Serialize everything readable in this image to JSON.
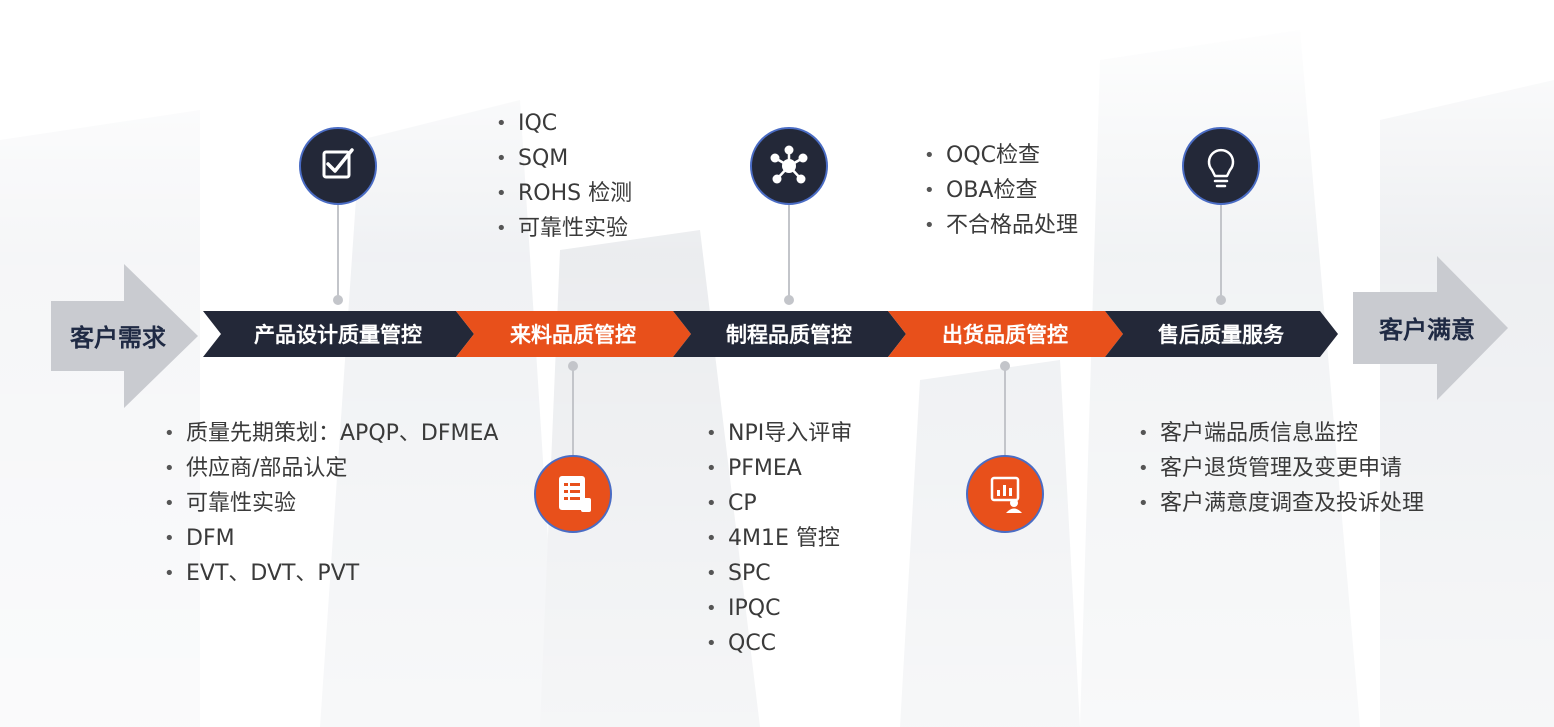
{
  "start_label": "客户需求",
  "end_label": "客户满意",
  "stages": [
    {
      "label": "产品设计质量管控",
      "color": "#232838",
      "icon": "checkbox-icon"
    },
    {
      "label": "来料品质管控",
      "color": "#e8501b",
      "icon": "document-list-icon"
    },
    {
      "label": "制程品质管控",
      "color": "#232838",
      "icon": "network-nodes-icon"
    },
    {
      "label": "出货品质管控",
      "color": "#e8501b",
      "icon": "report-chart-icon"
    },
    {
      "label": "售后质量服务",
      "color": "#232838",
      "icon": "lightbulb-icon"
    }
  ],
  "lists": {
    "design": [
      "质量先期策划：APQP、DFMEA",
      "供应商/部品认定",
      "可靠性实验",
      "DFM",
      "EVT、DVT、PVT"
    ],
    "incoming": [
      "IQC",
      "SQM",
      "ROHS 检测",
      "可靠性实验"
    ],
    "process": [
      "NPI导入评审",
      "PFMEA",
      "CP",
      "4M1E 管控",
      "SPC",
      "IPQC",
      "QCC"
    ],
    "shipping": [
      "OQC检查",
      "OBA检查",
      "不合格品处理"
    ],
    "aftersales": [
      "客户端品质信息监控",
      "客户退货管理及变更申请",
      "客户满意度调查及投诉处理"
    ]
  },
  "colors": {
    "navy": "#232838",
    "orange": "#e8501b",
    "gray": "#c7c9ce",
    "ring": "#4a6cc4"
  }
}
